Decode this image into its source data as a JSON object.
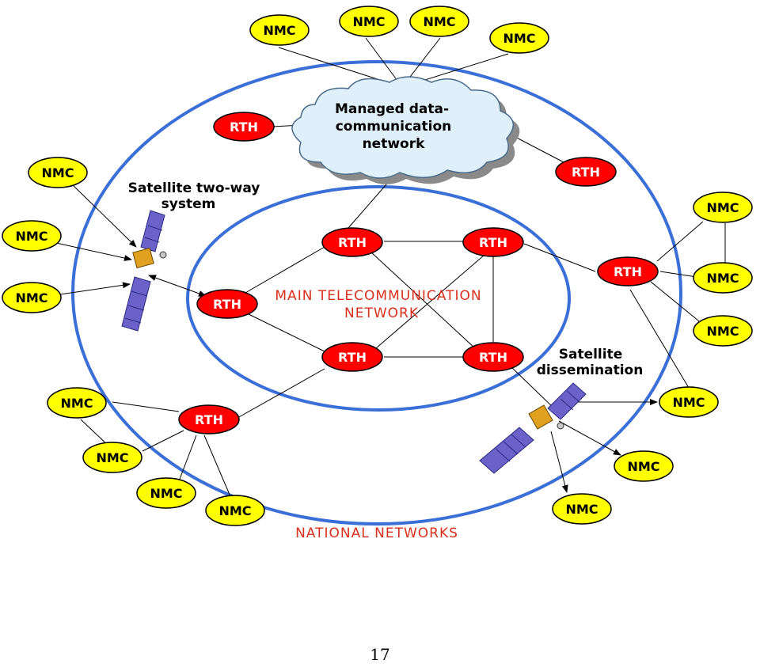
{
  "nodes": {
    "nmc_label": "NMC",
    "rth_label": "RTH"
  },
  "labels": {
    "cloud_line1": "Managed data-",
    "cloud_line2": "communication",
    "cloud_line3": "network",
    "satellite_two_way_line1": "Satellite two-way",
    "satellite_two_way_line2": "system",
    "main_network_line1": "MAIN TELECOMMUNICATION",
    "main_network_line2": "NETWORK",
    "satellite_dissemination_line1": "Satellite",
    "satellite_dissemination_line2": "dissemination",
    "national_networks": "NATIONAL NETWORKS"
  },
  "page_number": "17",
  "colors": {
    "nmc_fill": "#ffff00",
    "rth_fill": "#ff0000",
    "ring_stroke": "#3a6fd8",
    "cloud_fill": "#dff0fa",
    "red_label": "#d8301c",
    "solar_panel": "#6a62c8",
    "satellite_body": "#e0a020"
  }
}
